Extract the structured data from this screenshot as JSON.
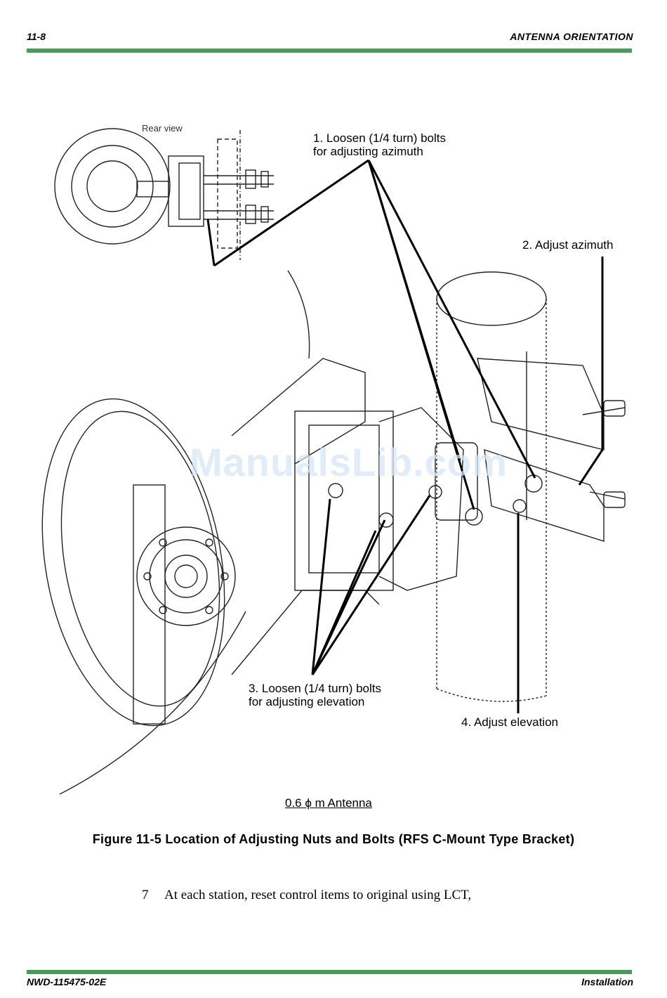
{
  "header": {
    "page_number": "11-8",
    "section": "ANTENNA ORIENTATION"
  },
  "footer": {
    "doc_number": "NWD-115475-02E",
    "chapter": "Installation"
  },
  "colors": {
    "rule": "#4a9a5c"
  },
  "figure": {
    "rear_view_label": "Rear view",
    "callouts": {
      "c1": "1. Loosen (1/4 turn) bolts\nfor adjusting azimuth",
      "c2": "2. Adjust azimuth",
      "c3": "3. Loosen (1/4 turn) bolts\nfor adjusting elevation",
      "c4": "4. Adjust elevation"
    },
    "antenna_label": "0.6 ϕ m Antenna",
    "watermark": "ManualsLib.com"
  },
  "caption": "Figure 11-5  Location of Adjusting Nuts and Bolts (RFS C-Mount Type Bracket)",
  "step": {
    "number": "7",
    "text": "At each station, reset control items to original using LCT,"
  }
}
